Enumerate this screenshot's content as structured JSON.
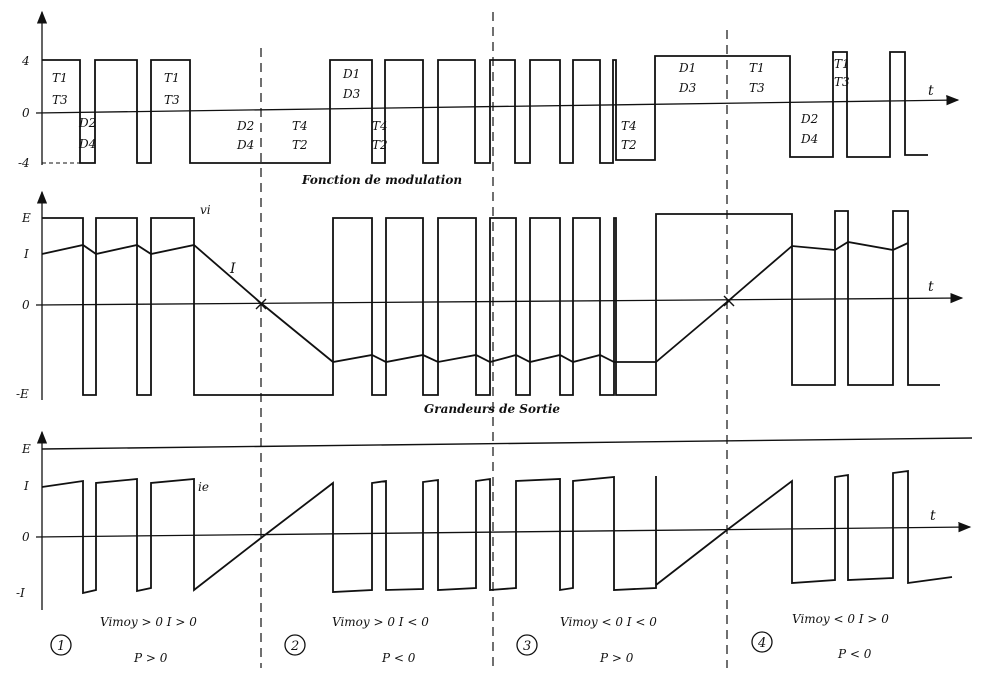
{
  "panel1": {
    "ticks": [
      "4",
      "0",
      "-4"
    ],
    "t_label": "t",
    "caption": "Fonction de modulation",
    "labels": [
      {
        "text": "T1"
      },
      {
        "text": "T3"
      },
      {
        "text": "D2"
      },
      {
        "text": "D4"
      },
      {
        "text": "T1"
      },
      {
        "text": "T3"
      },
      {
        "text": "D2"
      },
      {
        "text": "D4"
      },
      {
        "text": "T4"
      },
      {
        "text": "T2"
      },
      {
        "text": "D1"
      },
      {
        "text": "D3"
      },
      {
        "text": "T4"
      },
      {
        "text": "T2"
      },
      {
        "text": "T4"
      },
      {
        "text": "T2"
      },
      {
        "text": "D1"
      },
      {
        "text": "D3"
      },
      {
        "text": "T1"
      },
      {
        "text": "T3"
      },
      {
        "text": "D2"
      },
      {
        "text": "D4"
      },
      {
        "text": "T1"
      },
      {
        "text": "T3"
      }
    ]
  },
  "panel2": {
    "ticks": [
      "E",
      "I",
      "0",
      "-E"
    ],
    "t_label": "t",
    "vi_label": "vi",
    "i_label": "I",
    "caption": "Grandeurs de Sortie"
  },
  "panel3": {
    "ticks": [
      "E",
      "I",
      "0",
      "-I"
    ],
    "t_label": "t",
    "ie_label": "ie"
  },
  "regions": [
    {
      "num": "1",
      "cond": "Vimoy > 0   I > 0",
      "power": "P > 0"
    },
    {
      "num": "2",
      "cond": "Vimoy > 0   I < 0",
      "power": "P < 0"
    },
    {
      "num": "3",
      "cond": "Vimoy < 0   I < 0",
      "power": "P > 0"
    },
    {
      "num": "4",
      "cond": "Vimoy < 0   I > 0",
      "power": "P < 0"
    }
  ]
}
